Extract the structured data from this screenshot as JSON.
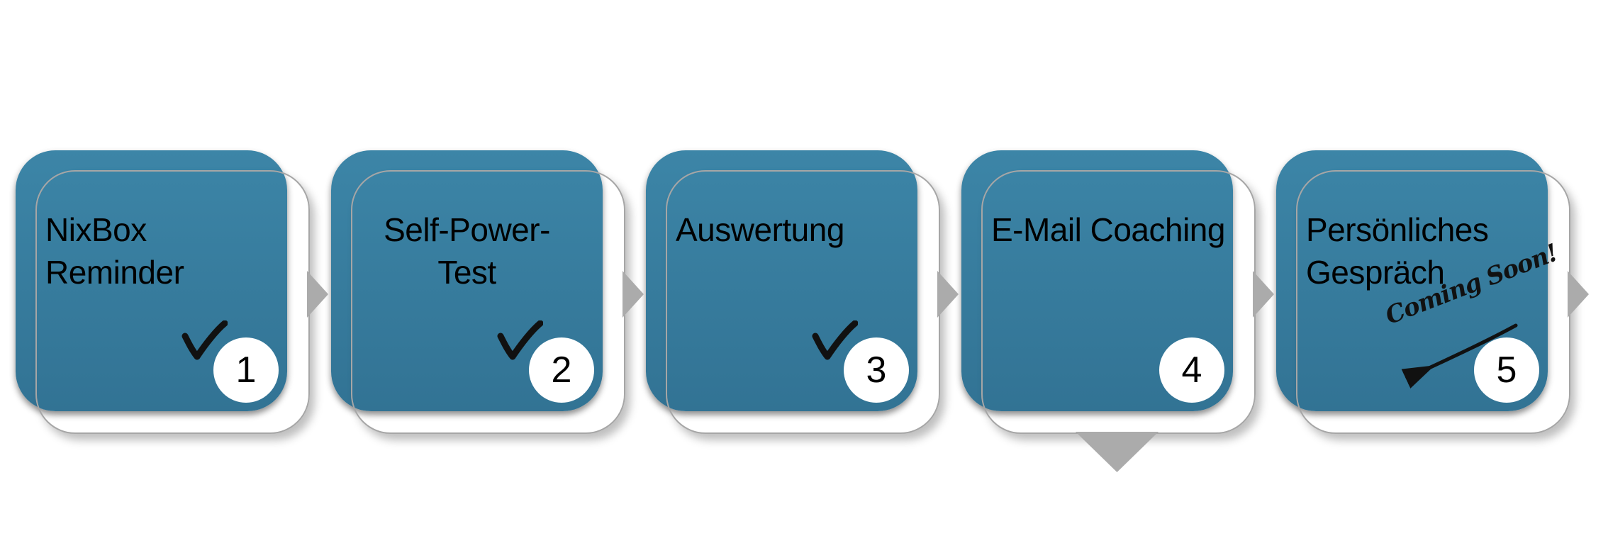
{
  "diagram": {
    "type": "process-steps",
    "description": "Five-step coaching process with completion checkmarks",
    "down_arrow_under_step": "4"
  },
  "colors": {
    "background": "#FFFFFF",
    "card_gradient_top": "#3C85A7",
    "card_gradient_bottom": "#327394",
    "outline": "#A6A6A6",
    "arrow": "#ABABAB",
    "badge_bg": "#FFFFFF",
    "badge_text": "#000000",
    "title_text": "#000000",
    "ink": "#111111"
  },
  "steps": [
    {
      "number": "1",
      "label": "NixBox\nReminder",
      "align": "left",
      "checked": true,
      "coming_soon": null
    },
    {
      "number": "2",
      "label": "Self-Power-\nTest",
      "align": "center",
      "checked": true,
      "coming_soon": null
    },
    {
      "number": "3",
      "label": "Auswertung",
      "align": "left",
      "checked": true,
      "coming_soon": null
    },
    {
      "number": "4",
      "label": "E-Mail Coaching",
      "align": "left",
      "checked": false,
      "coming_soon": null
    },
    {
      "number": "5",
      "label": "Persönliches\nGespräch",
      "align": "left",
      "checked": false,
      "coming_soon": "Coming Soon!"
    }
  ]
}
